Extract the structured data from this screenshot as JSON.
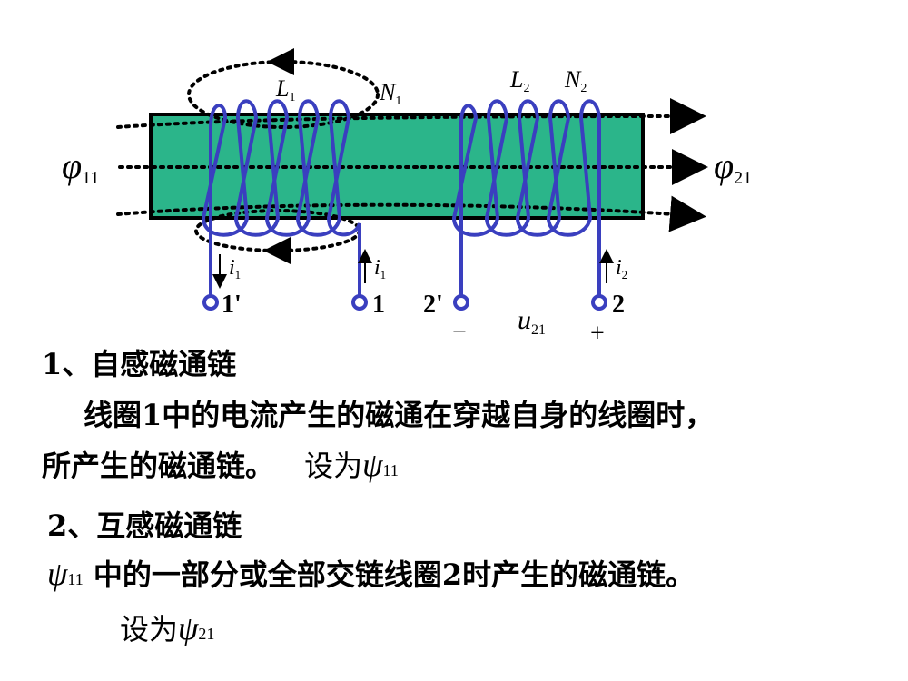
{
  "diagram": {
    "core_color": "#2bb58a",
    "coil_color": "#3a3fbf",
    "flux_left": {
      "main": "φ",
      "sub": "11"
    },
    "flux_right": {
      "main": "φ",
      "sub": "21"
    },
    "coil1_labels": {
      "L": "L",
      "L_sub": "1",
      "N": "N",
      "N_sub": "1"
    },
    "coil2_labels": {
      "L": "L",
      "L_sub": "2",
      "N": "N",
      "N_sub": "2"
    },
    "currents": [
      {
        "main": "i",
        "sub": "1"
      },
      {
        "main": "i",
        "sub": "1"
      },
      {
        "main": "i",
        "sub": "2"
      }
    ],
    "terminals": [
      "1'",
      "1",
      "2'",
      "2"
    ],
    "voltage": {
      "main": "u",
      "sub": "21"
    },
    "polarity": {
      "minus": "−",
      "plus": "+"
    }
  },
  "text": {
    "heading1": "1、自感磁通链",
    "para1_line1": "线圈1中的电流产生的磁通在穿越自身的线圈时，",
    "para1_line2": "所产生的磁通链。",
    "set_as_1": "设为",
    "psi11": {
      "main": "ψ",
      "sub": "11"
    },
    "heading2": "2、互感磁通链",
    "psi11b": {
      "main": "ψ",
      "sub": "11"
    },
    "para2": "中的一部分或全部交链线圈2时产生的磁通链。",
    "set_as_2": "设为",
    "psi21": {
      "main": "ψ",
      "sub": "21"
    }
  }
}
